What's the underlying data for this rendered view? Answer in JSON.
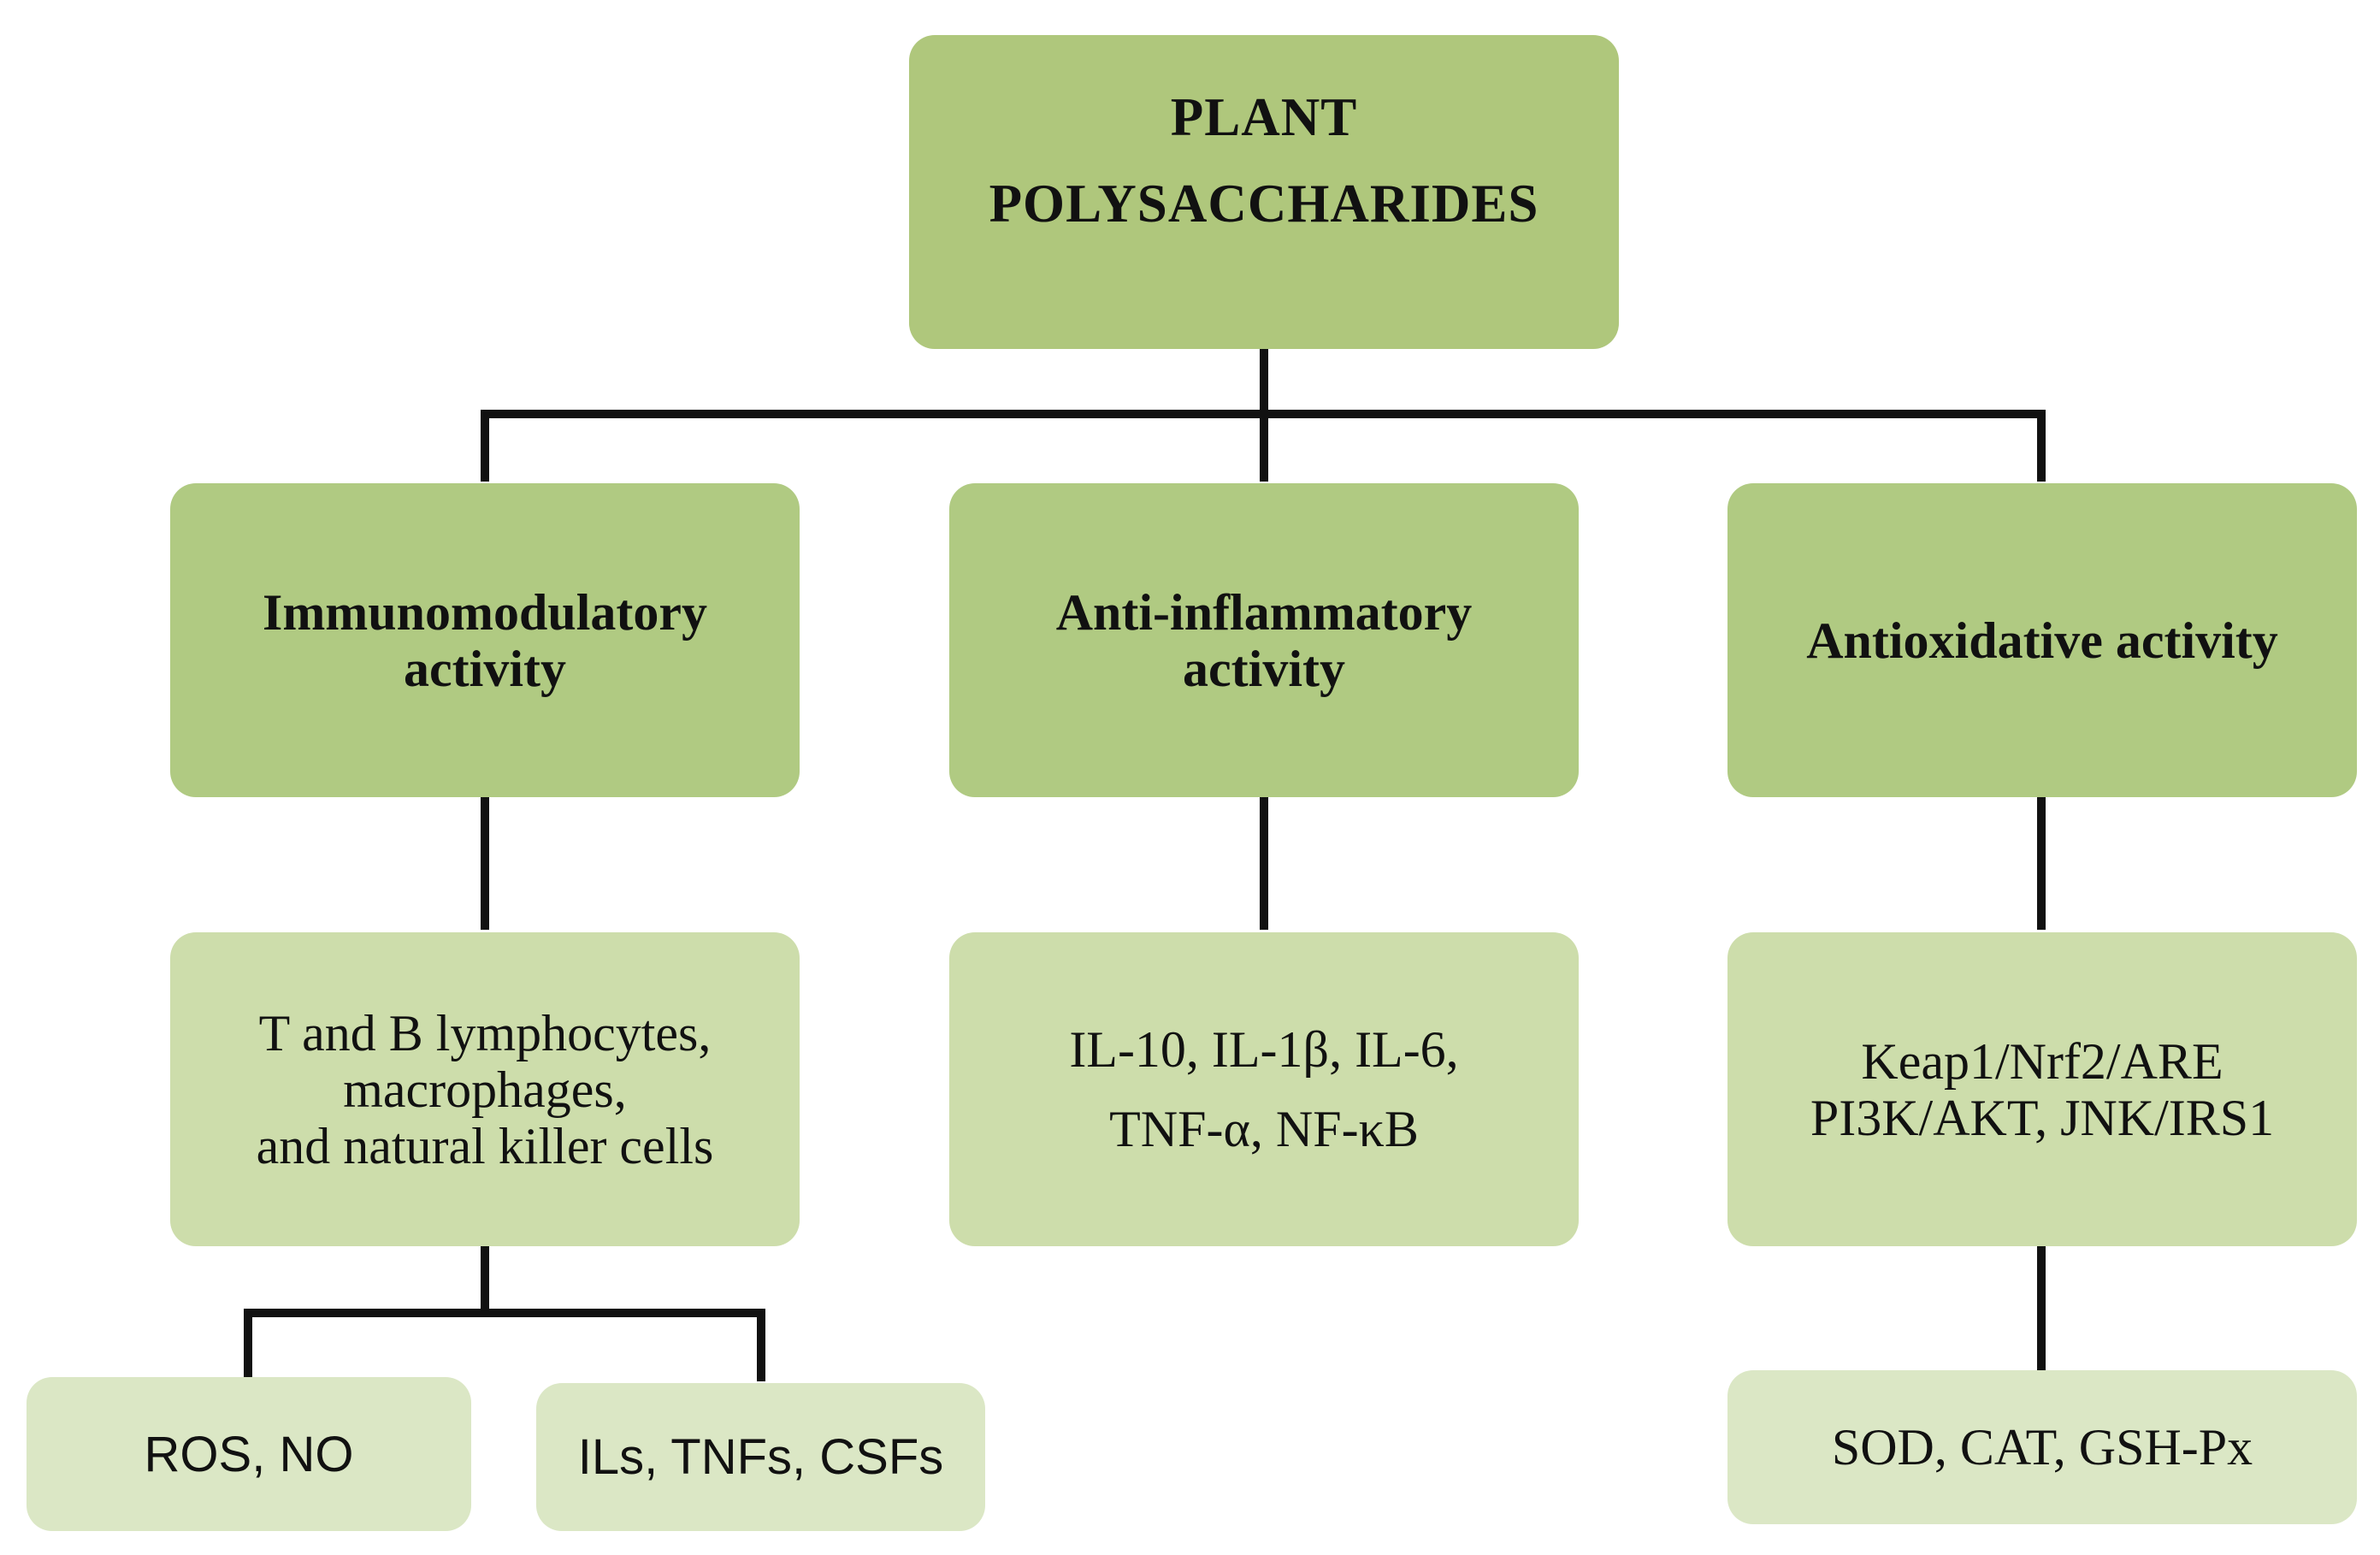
{
  "root": {
    "label": "PLANT\nPOLYSACCHARIDES"
  },
  "categories": [
    {
      "label": "Immunomodulatory\nactivity"
    },
    {
      "label": "Anti-inflammatory\nactivity"
    },
    {
      "label": "Antioxidative activity"
    }
  ],
  "details": [
    {
      "label": "T and B lymphocytes,\nmacrophages,\nand natural killer cells"
    },
    {
      "label": "IL-10, IL-1β, IL-6,\nTNF-α, NF-κB"
    },
    {
      "label": "Keap1/Nrf2/ARE\nPI3K/AKT, JNK/IRS1"
    }
  ],
  "leaves": [
    {
      "label": "ROS, NO"
    },
    {
      "label": "ILs, TNFs, CSFs"
    },
    {
      "label": "SOD, CAT, GSH-Px"
    }
  ],
  "colors": {
    "root_fill": "#afc77c",
    "category_fill": "#b0ca82",
    "detail_fill": "#cdddab",
    "leaf_fill": "#dbe7c5",
    "connector": "#111111"
  }
}
